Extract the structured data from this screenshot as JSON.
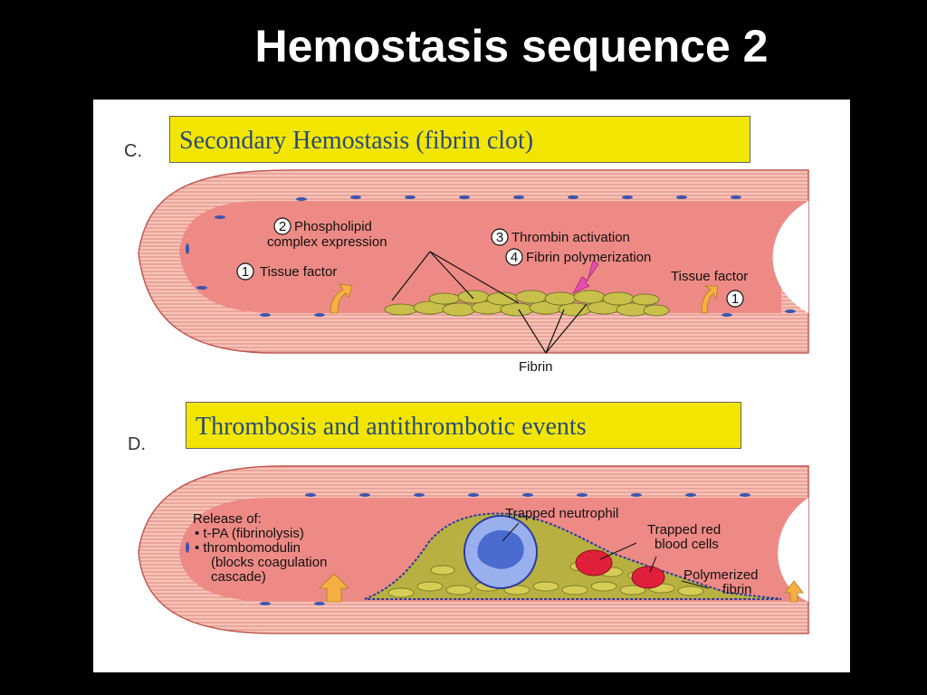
{
  "slide": {
    "title": "Hemostasis sequence 2"
  },
  "panel_c": {
    "letter": "C.",
    "header": "Secondary Hemostasis (fibrin clot)",
    "labels": {
      "n2": "2",
      "phospholipid_1": "Phospholipid",
      "phospholipid_2": "complex expression",
      "n3": "3",
      "thrombin": "Thrombin activation",
      "n4": "4",
      "fibrin_poly": "Fibrin polymerization",
      "n1_left": "1",
      "tissue_left": "Tissue factor",
      "tissue_right": "Tissue factor",
      "n1_right": "1",
      "fibrin": "Fibrin"
    }
  },
  "panel_d": {
    "letter": "D.",
    "header": "Thrombosis and antithrombotic events",
    "labels": {
      "release": "Release of:",
      "tpa": "• t-PA (fibrinolysis)",
      "thrombomodulin": "• thrombomodulin",
      "blocks": "(blocks coagulation",
      "cascade": "cascade)",
      "neutrophil": "Trapped neutrophil",
      "red1": "Trapped red",
      "red2": "blood cells",
      "poly1": "Polymerized",
      "poly2": "fibrin"
    }
  },
  "colors": {
    "background": "#000000",
    "header_fill": "#f2e600",
    "header_text": "#2a4a7a",
    "vessel_wall": "#f3b3a6",
    "lumen": "#ee8a85",
    "endothelial_nucleus": "#3a55b0",
    "platelet": "#c8c04a",
    "arrow_orange": "#f5b042",
    "arrow_pink": "#e64fb0",
    "rbc": "#e0203a",
    "neutrophil": "#5a7fd8"
  }
}
